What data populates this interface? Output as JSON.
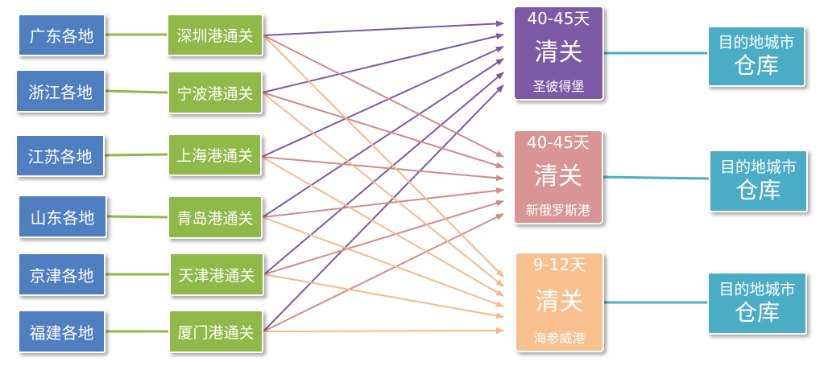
{
  "regions": [
    {
      "label": "广东各地"
    },
    {
      "label": "浙江各地"
    },
    {
      "label": "江苏各地"
    },
    {
      "label": "山东各地"
    },
    {
      "label": "京津各地"
    },
    {
      "label": "福建各地"
    }
  ],
  "ports": [
    {
      "label": "深圳港通关"
    },
    {
      "label": "宁波港通关"
    },
    {
      "label": "上海港通关"
    },
    {
      "label": "青岛港通关"
    },
    {
      "label": "天津港通关"
    },
    {
      "label": "厦门港通关"
    }
  ],
  "clearances": [
    {
      "days": "40-45天",
      "label": "清关",
      "city": "圣彼得堡",
      "color": "#7d5aa6",
      "arrow_color": "#7b5aa4"
    },
    {
      "days": "40-45天",
      "label": "清关",
      "city": "新俄罗斯港",
      "color": "#d99593",
      "arrow_color": "#d08b8b"
    },
    {
      "days": "9-12天",
      "label": "清关",
      "city": "海参威港",
      "color": "#f9c08f",
      "arrow_color": "#f7b98a"
    }
  ],
  "warehouses": [
    {
      "line1": "目的地城市",
      "line2": "仓库"
    },
    {
      "line1": "目的地城市",
      "line2": "仓库"
    },
    {
      "line1": "目的地城市",
      "line2": "仓库"
    }
  ],
  "colors": {
    "region_bg": "#4f7fc1",
    "port_bg": "#8fb948",
    "warehouse_bg": "#4bacc6",
    "region_link": "#8fb948",
    "warehouse_link": "#4bacc6"
  }
}
